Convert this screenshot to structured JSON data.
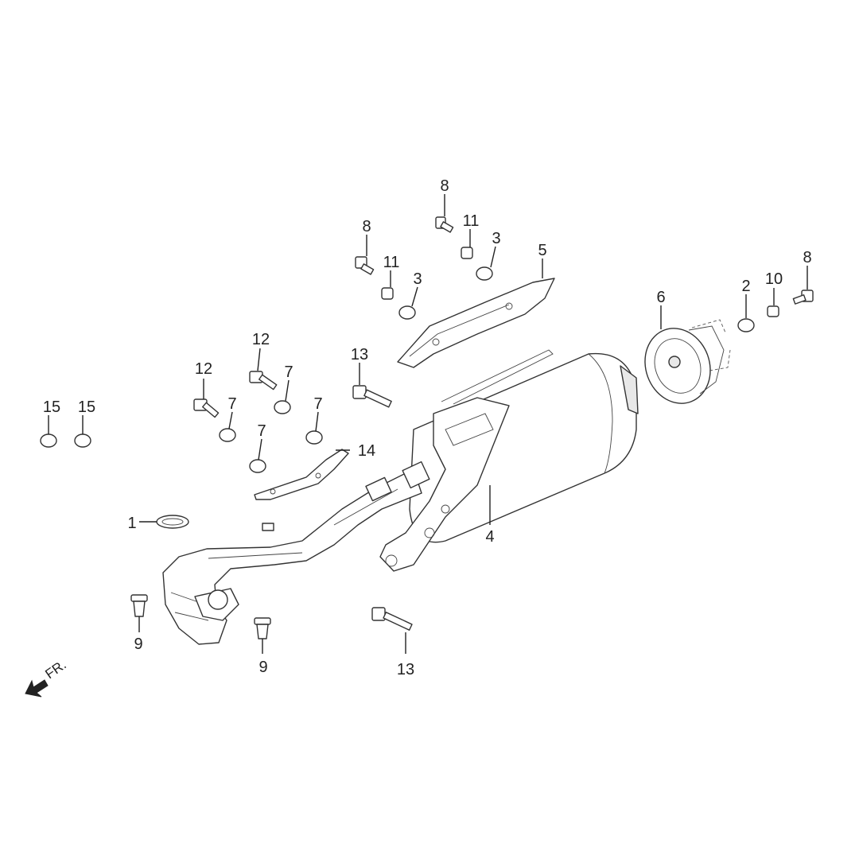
{
  "callouts": [
    {
      "id": "1",
      "label": "1"
    },
    {
      "id": "2",
      "label": "2"
    },
    {
      "id": "3a",
      "label": "3"
    },
    {
      "id": "3b",
      "label": "3"
    },
    {
      "id": "4",
      "label": "4"
    },
    {
      "id": "5",
      "label": "5"
    },
    {
      "id": "6",
      "label": "6"
    },
    {
      "id": "7a",
      "label": "7"
    },
    {
      "id": "7b",
      "label": "7"
    },
    {
      "id": "7c",
      "label": "7"
    },
    {
      "id": "7d",
      "label": "7"
    },
    {
      "id": "8a",
      "label": "8"
    },
    {
      "id": "8b",
      "label": "8"
    },
    {
      "id": "8c",
      "label": "8"
    },
    {
      "id": "9a",
      "label": "9"
    },
    {
      "id": "9b",
      "label": "9"
    },
    {
      "id": "10",
      "label": "10"
    },
    {
      "id": "11a",
      "label": "11"
    },
    {
      "id": "11b",
      "label": "11"
    },
    {
      "id": "12a",
      "label": "12"
    },
    {
      "id": "12b",
      "label": "12"
    },
    {
      "id": "13a",
      "label": "13"
    },
    {
      "id": "13b",
      "label": "13"
    },
    {
      "id": "14",
      "label": "14"
    },
    {
      "id": "15a",
      "label": "15"
    },
    {
      "id": "15b",
      "label": "15"
    }
  ],
  "direction_indicator": {
    "label": "FR.",
    "icon": "arrow-down-left-icon"
  }
}
